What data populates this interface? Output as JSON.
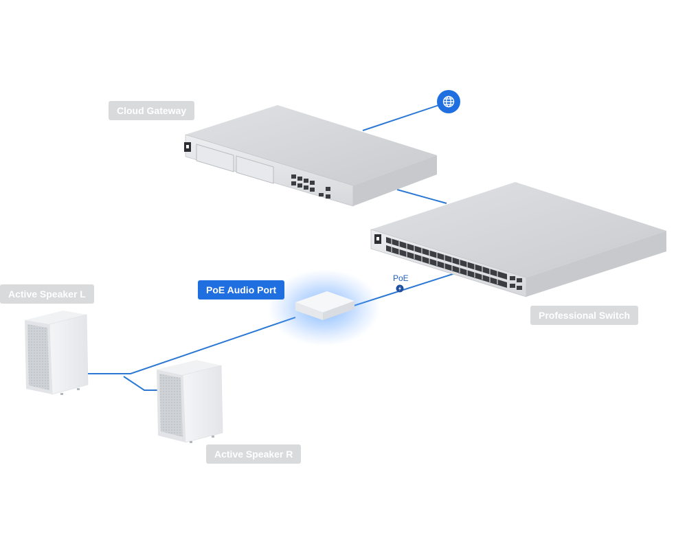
{
  "labels": {
    "cloud_gateway": "Cloud Gateway",
    "professional_switch": "Professional Switch",
    "poe_audio_port": "PoE Audio Port",
    "speaker_left": "Active Speaker L",
    "speaker_right": "Active Speaker R",
    "poe": "PoE"
  },
  "icons": {
    "internet": "globe-icon",
    "poe": "lightning-icon"
  },
  "colors": {
    "link": "#2a78d4",
    "accent_blue": "#1f6fe0",
    "label_gray": "#d9dadc",
    "device_metal": "#d4d6d9",
    "glow": "#5aa0ff"
  }
}
